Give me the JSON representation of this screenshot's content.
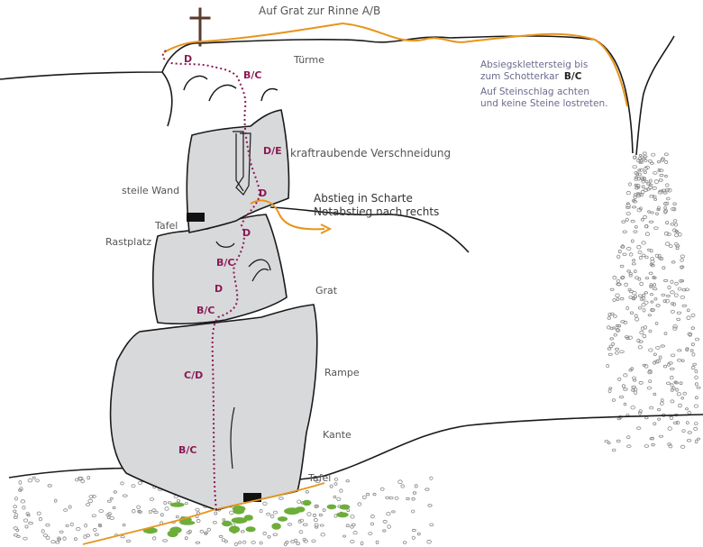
{
  "colors": {
    "rock_fill": "#d8d9db",
    "outline": "#1a1a1a",
    "route_climb": "#8b1a55",
    "route_alt": "#e8951c",
    "label": "#555555",
    "note": "#6b6b8f",
    "grass": "#6dae3a",
    "cross": "#5a3a28"
  },
  "labels": {
    "grat_rinne": "Auf Grat zur Rinne A/B",
    "tuerme": "Türme",
    "verschneidung": "kraftraubende Verschneidung",
    "steile_wand": "steile Wand",
    "tafel_top": "Tafel",
    "rastplatz": "Rastplatz",
    "abstieg_scharte": "Abstieg in Scharte",
    "notabstieg": "Notabstieg nach rechts",
    "grat": "Grat",
    "rampe": "Rampe",
    "kante": "Kante",
    "tafel_bottom": "Tafel"
  },
  "notes": {
    "klettersteig_line1": "Absiegsklettersteig bis",
    "klettersteig_line2": "zum Schotterkar",
    "klettersteig_grade": "B/C",
    "steinschlag_line1": "Auf Steinschlag achten",
    "steinschlag_line2": "und keine Steine lostreten."
  },
  "grades": {
    "top_d": "D",
    "tuerme_bc": "B/C",
    "verschneidung_de": "D/E",
    "scharte_d": "D",
    "rast_d": "D",
    "rast_bc": "B/C",
    "mid_d": "D",
    "mid_bc": "B/C",
    "rampe_cd": "C/D",
    "kante_bc": "B/C"
  }
}
